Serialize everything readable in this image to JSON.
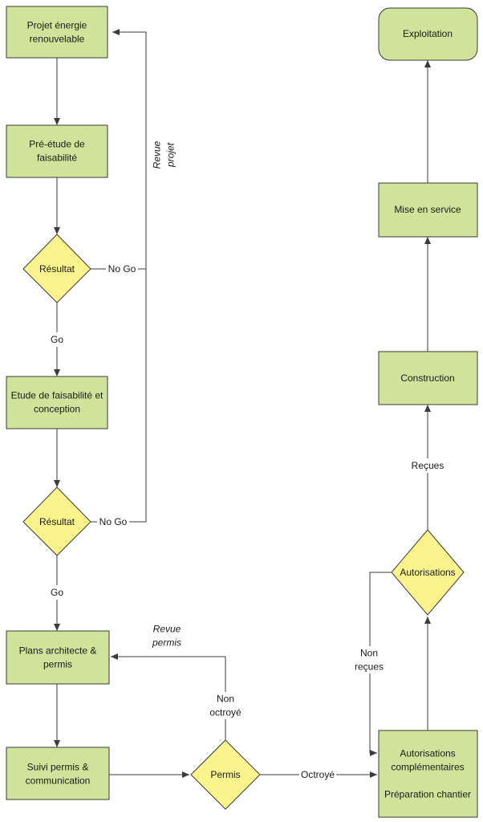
{
  "colors": {
    "process": "#cfe39a",
    "decision": "#fbf38c",
    "line": "#3b3b3b"
  },
  "nodes": {
    "projet": [
      "Projet énergie",
      "renouvelable"
    ],
    "pre_etude": [
      "Pré-étude de",
      "faisabilité"
    ],
    "resultat1": [
      "Résultat"
    ],
    "etude": [
      "Etude de faisabilité et",
      "conception"
    ],
    "resultat2": [
      "Résultat"
    ],
    "plans": [
      "Plans architecte &",
      "permis"
    ],
    "suivi": [
      "Suivi permis &",
      "communication"
    ],
    "permis": [
      "Permis"
    ],
    "autorisations_prep": [
      "Autorisations",
      "complémentaires",
      "",
      "Préparation chantier"
    ],
    "autorisations": [
      "Autorisations"
    ],
    "construction": [
      "Construction"
    ],
    "mise": [
      "Mise en service"
    ],
    "exploitation": [
      "Exploitation"
    ]
  },
  "edge_labels": {
    "go1": [
      "Go"
    ],
    "go2": [
      "Go"
    ],
    "nogo1": [
      "No Go"
    ],
    "nogo2": [
      "No Go"
    ],
    "revue_projet": [
      "Revue",
      "projet"
    ],
    "revue_permis": [
      "Revue",
      "permis"
    ],
    "non_octroye": [
      "Non",
      "octroyé"
    ],
    "octroye": [
      "Octroyé"
    ],
    "non_recues": [
      "Non",
      "reçues"
    ],
    "recues": [
      "Reçues"
    ]
  }
}
